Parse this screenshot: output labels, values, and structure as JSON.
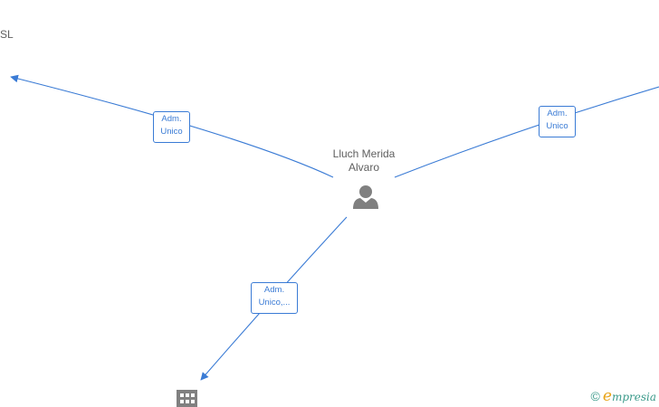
{
  "center_node": {
    "name_line1": "Lluch Merida",
    "name_line2": "Alvaro",
    "icon": "person-icon"
  },
  "company_nodes": [
    {
      "label": "SL",
      "icon": ""
    },
    {
      "label": "",
      "icon": "building-icon"
    }
  ],
  "edges": [
    {
      "line1": "Adm.",
      "line2": "Unico"
    },
    {
      "line1": "Adm.",
      "line2": "Unico"
    },
    {
      "line1": "Adm.",
      "line2": "Unico,..."
    }
  ],
  "watermark": {
    "copyright": "©",
    "brand_initial": "e",
    "brand_rest": "mpresia"
  },
  "colors": {
    "edge": "#3a7bd5",
    "icon": "#808080",
    "text": "#5f5f5f"
  }
}
